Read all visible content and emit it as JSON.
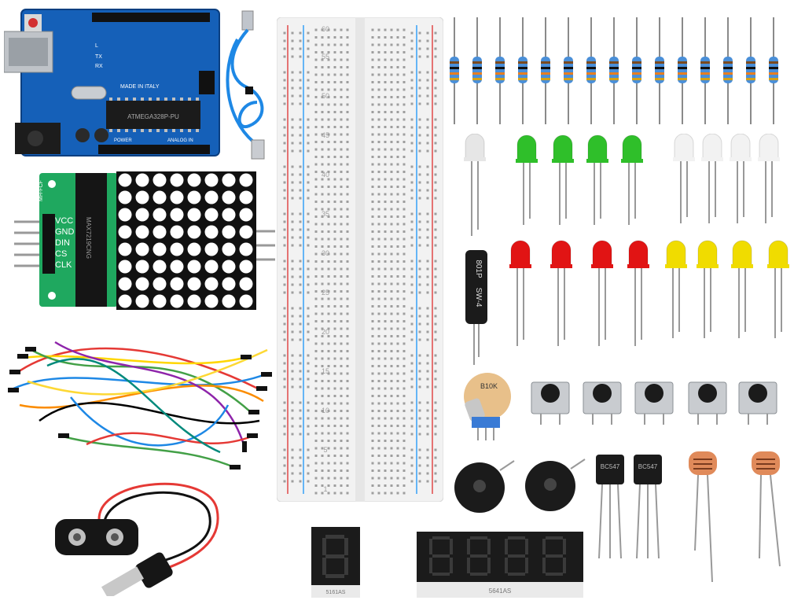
{
  "arduino": {
    "made_in": "MADE IN ITALY",
    "chip_text": "ATMEGA328P-PU",
    "label_tx": "TX",
    "label_rx": "RX",
    "label_l": "L",
    "label_power": "POWER",
    "label_analog": "ANALOG IN"
  },
  "matrix_module": {
    "pins": [
      "VCC",
      "GND",
      "DIN",
      "CS",
      "CLK"
    ],
    "chip_text": "MAX7219CNG",
    "board_text": "MH-FCF"
  },
  "breadboard": {
    "row_numbers": [
      "1",
      "5",
      "10",
      "15",
      "20",
      "25",
      "30",
      "35",
      "40",
      "45",
      "50",
      "55",
      "60"
    ]
  },
  "tilt_switch": {
    "text_1": "801P",
    "text_2": "SW-4"
  },
  "potentiometer": {
    "value": "B10K"
  },
  "transistors": {
    "text": "BC547"
  },
  "seven_segment": {
    "single_text": "5161AS",
    "quad_text": "5641AS"
  },
  "led_colors": {
    "green": "#2fbf2a",
    "white": "#f2f2f2",
    "red": "#e11414",
    "yellow": "#f0dc00",
    "rgb": "#e6e6e6"
  }
}
